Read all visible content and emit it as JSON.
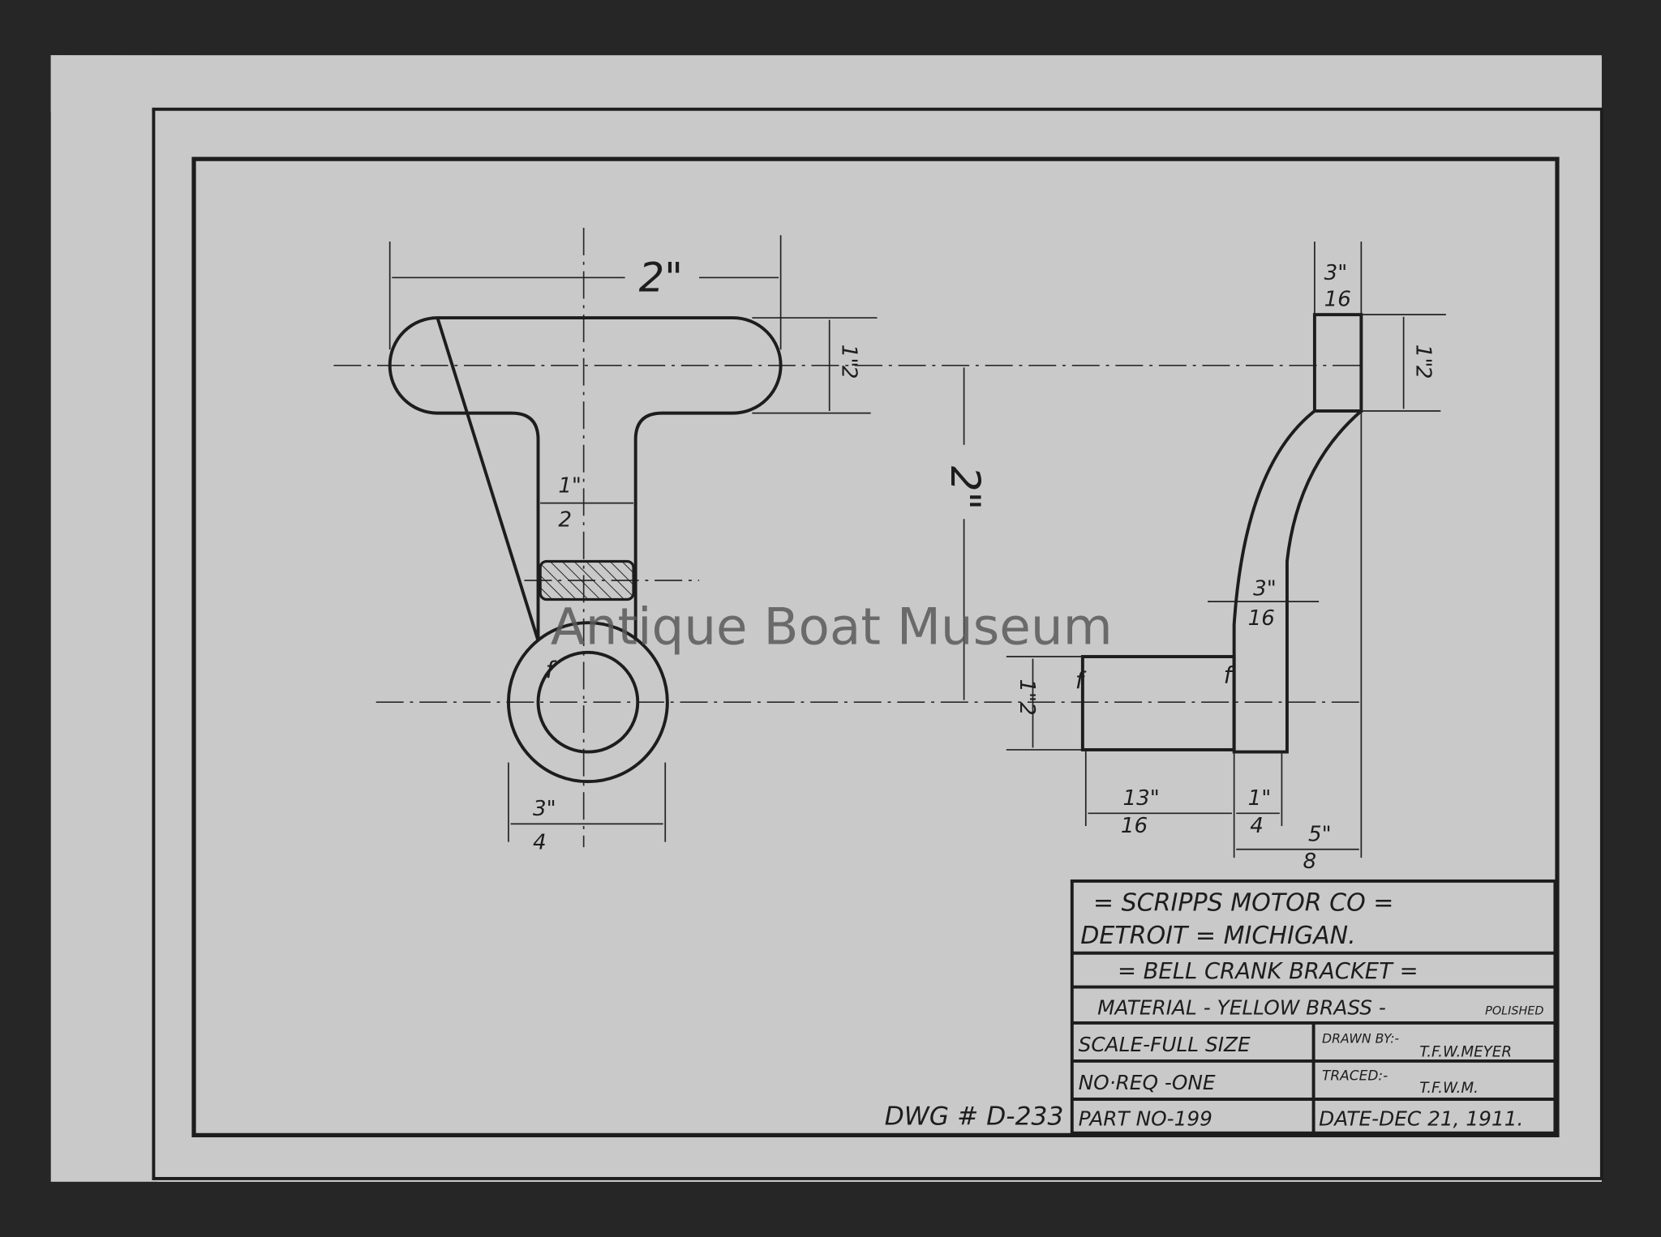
{
  "drawing_number": "DWG # D-233",
  "watermark": "Antique Boat Museum",
  "title_block": {
    "company": "= SCRIPPS  MOTOR  CO =",
    "location": "DETROIT   =   MICHIGAN.",
    "part_name": "= BELL  CRANK  BRACKET =",
    "material": "MATERIAL - YELLOW BRASS -",
    "finish": "POLISHED",
    "scale": "SCALE-FULL SIZE",
    "drawn_by_label": "DRAWN BY:-",
    "drawn_by": "T.F.W.MEYER",
    "quantity": "NO·REQ -ONE",
    "traced_label": "TRACED:-",
    "traced_by": "T.F.W.M.",
    "part_no": "PART NO-199",
    "date": "DATE-DEC 21, 1911."
  },
  "dimensions": {
    "t_width": "2\"",
    "t_height": {
      "num": "1\"",
      "den": "2"
    },
    "stem_width": {
      "num": "1\"",
      "den": "2"
    },
    "ring_width": {
      "num": "3\"",
      "den": "4"
    },
    "centers": "2\"",
    "top_thickness": {
      "num": "3\"",
      "den": "16"
    },
    "top_height": {
      "num": "1\"",
      "den": "2"
    },
    "arm_thickness": {
      "num": "3\"",
      "den": "16"
    },
    "boss_height": {
      "num": "1\"",
      "den": "2"
    },
    "boss_length": {
      "num": "13\"",
      "den": "16"
    },
    "base_thickness": {
      "num": "1\"",
      "den": "4"
    },
    "overall_depth": {
      "num": "5\"",
      "den": "8"
    },
    "finish_mark": "f"
  }
}
